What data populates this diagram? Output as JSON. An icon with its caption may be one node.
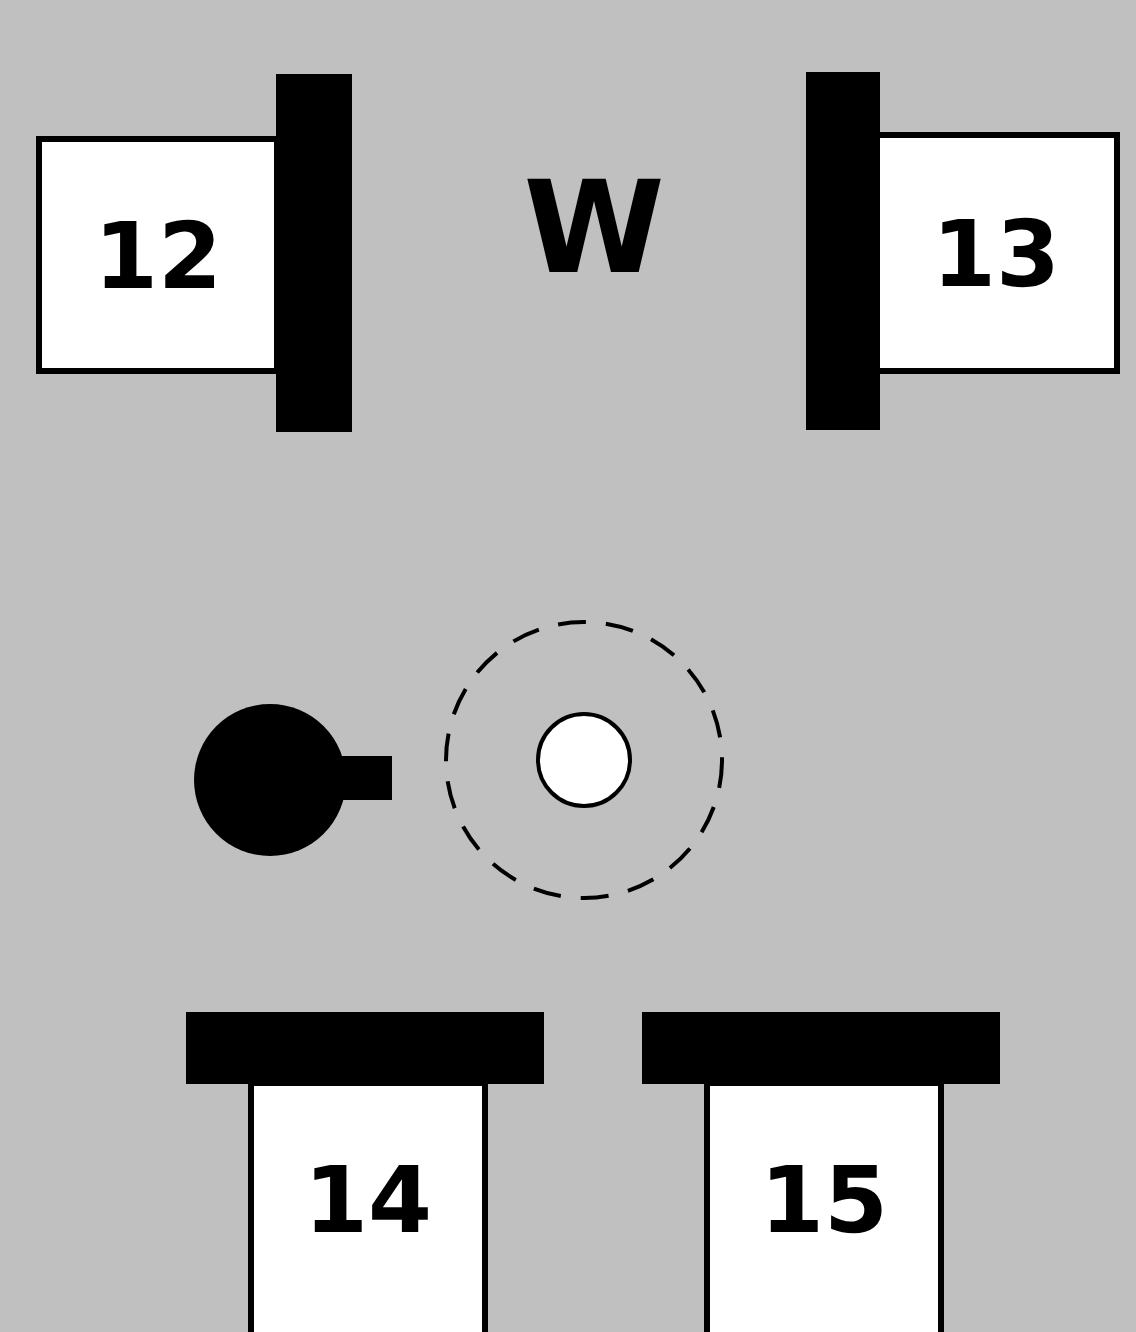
{
  "diagram": {
    "nodes": [
      {
        "text": [
          "12"
        ]
      },
      {
        "text": [
          "13"
        ]
      },
      {
        "text": [
          "14"
        ]
      },
      {
        "text": [
          "15"
        ]
      },
      {
        "text": [],
        "shape": "bar"
      },
      {
        "text": [],
        "shape": "bar"
      },
      {
        "text": [],
        "shape": "bar"
      },
      {
        "text": [],
        "shape": "bar"
      }
    ],
    "labels": [
      "W"
    ]
  }
}
